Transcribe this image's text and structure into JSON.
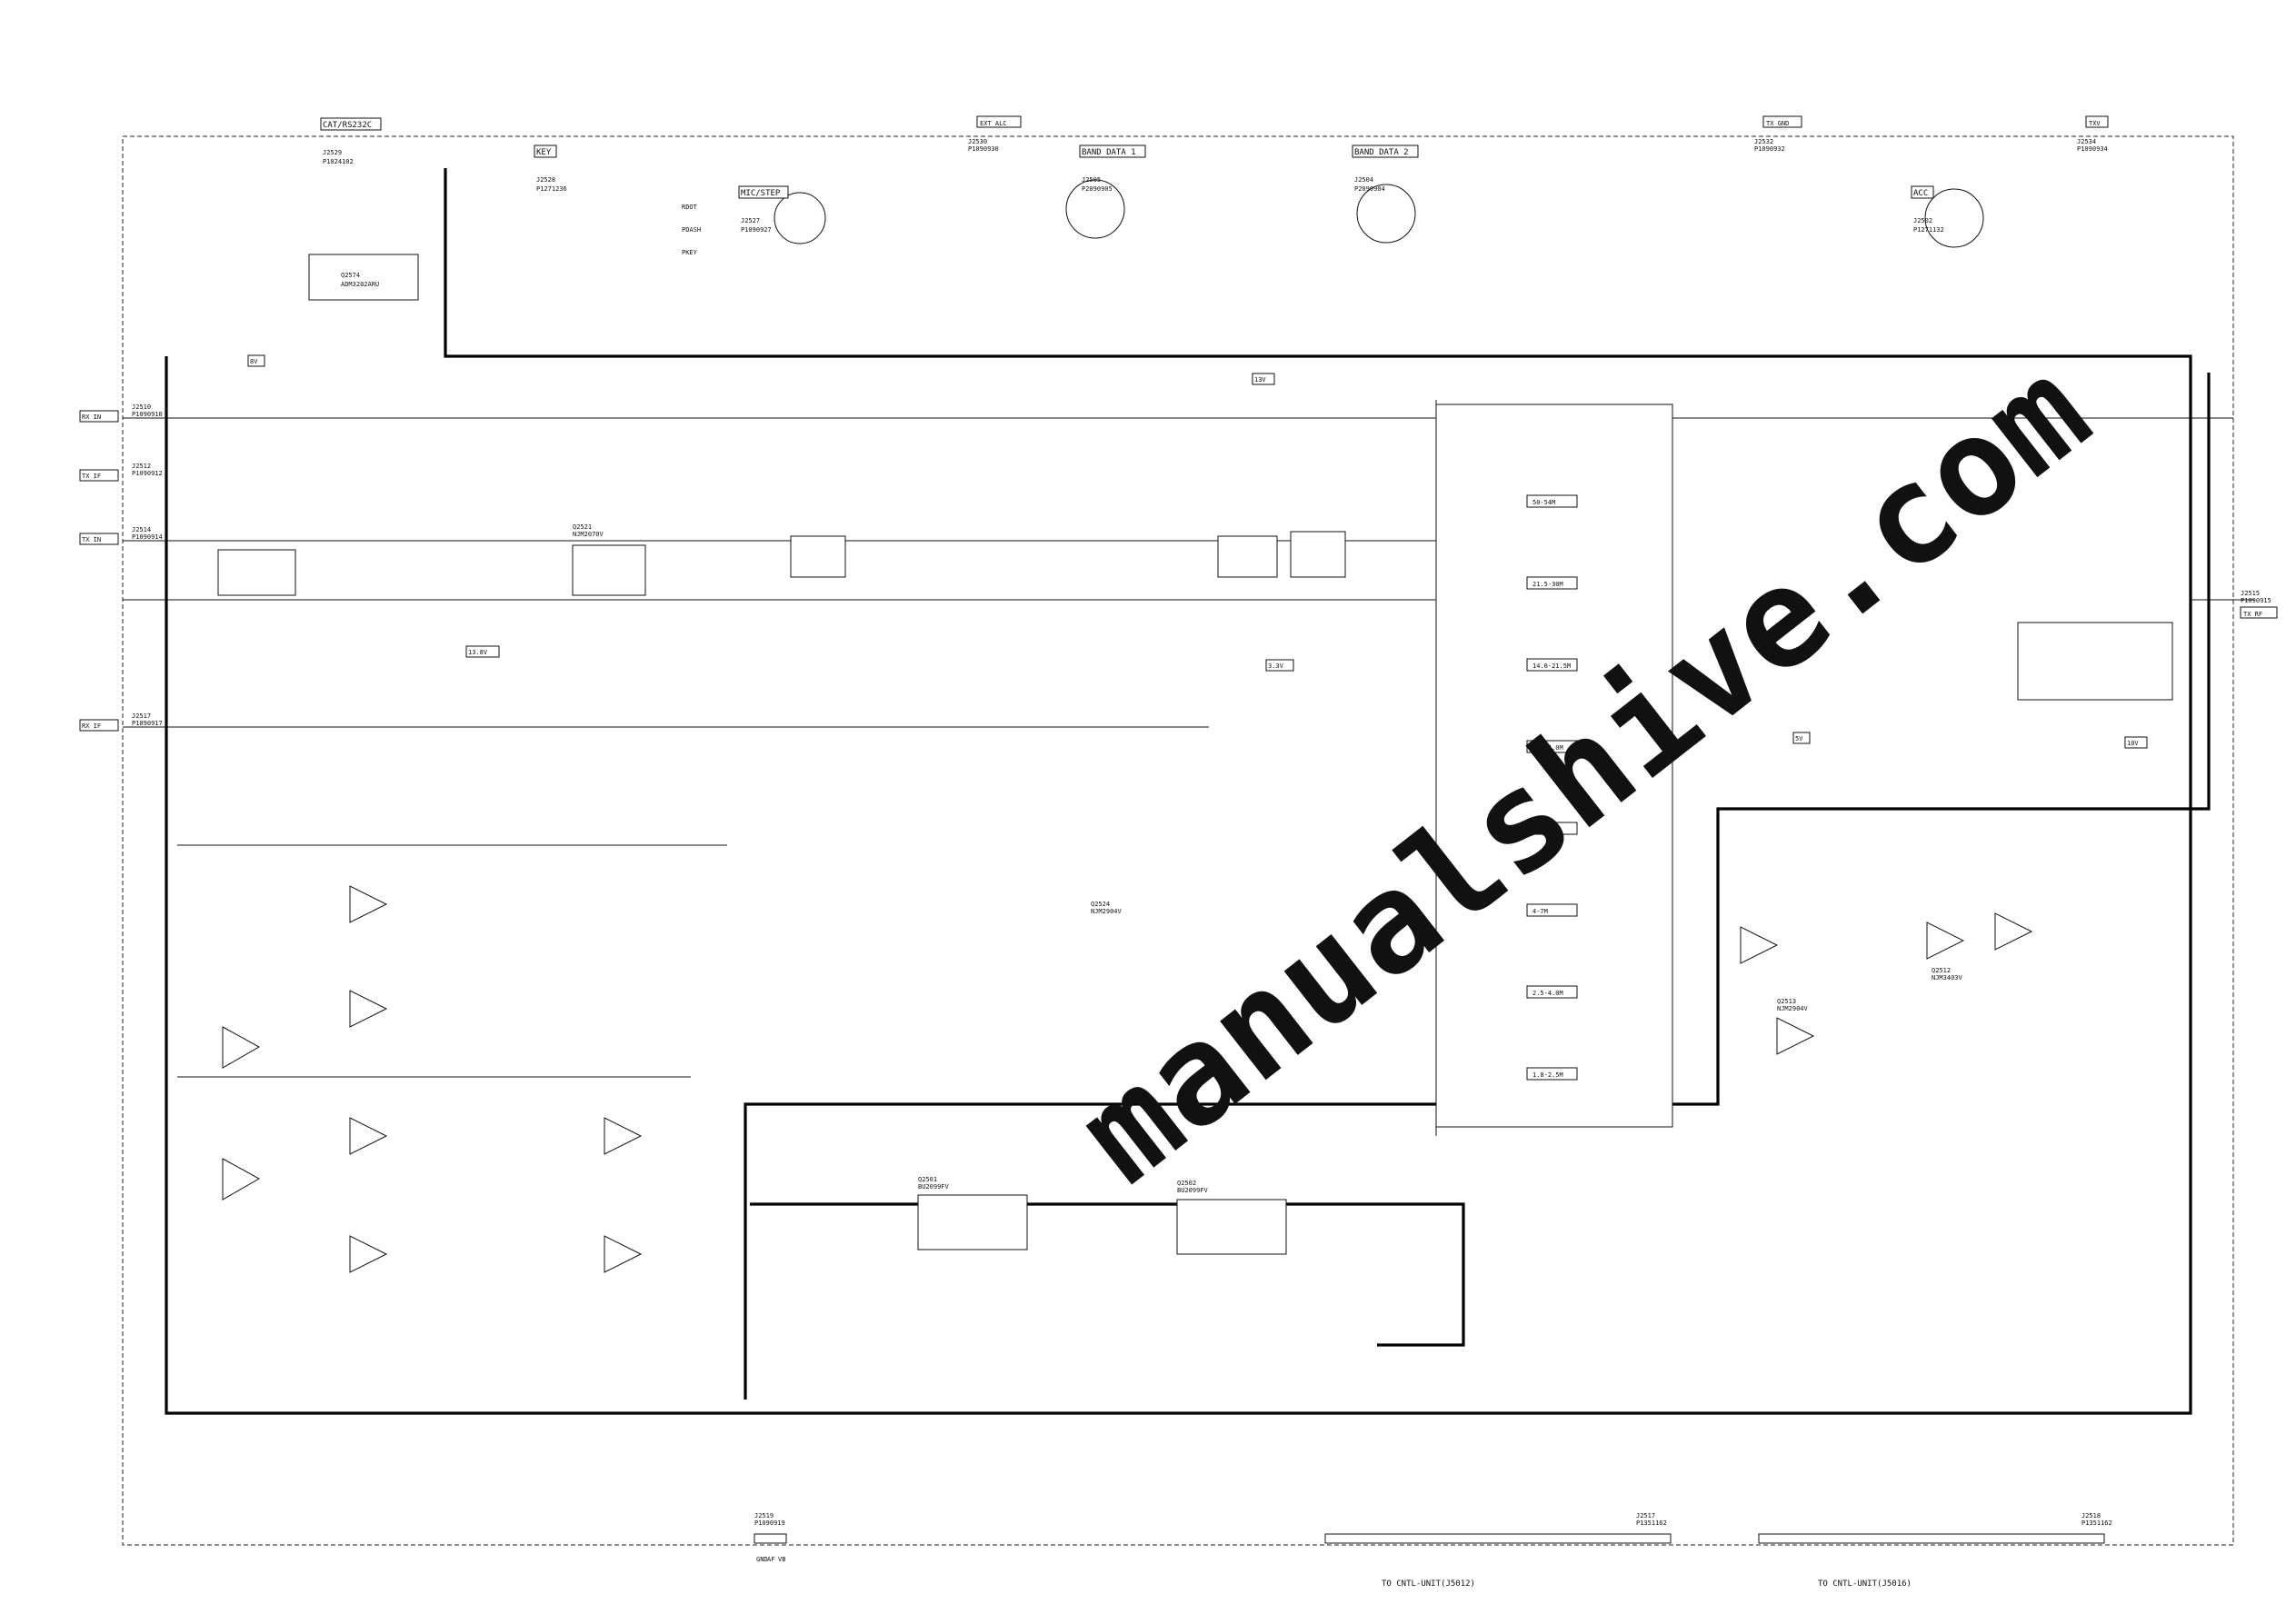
{
  "frame": {
    "top_connectors": [
      {
        "id": "ext-alc",
        "label": "EXT ALC",
        "ref": "J2530",
        "part": "P1090930"
      },
      {
        "id": "tx-gnd",
        "label": "TX GND",
        "ref": "J2532",
        "part": "P1090932"
      },
      {
        "id": "tx-v",
        "label": "TXV",
        "ref": "J2534",
        "part": "P1090934"
      }
    ],
    "left_connectors": [
      {
        "id": "rx-in",
        "label": "RX IN",
        "ref": "J2510",
        "part": "P1090910"
      },
      {
        "id": "tx-if",
        "label": "TX IF",
        "ref": "J2512",
        "part": "P1090912"
      },
      {
        "id": "tx-in",
        "label": "TX IN",
        "ref": "J2514",
        "part": "P1090914"
      },
      {
        "id": "rx-if",
        "label": "RX IF",
        "ref": "J2517",
        "part": "P1090917"
      }
    ],
    "right_connector": {
      "label": "TX RF",
      "ref": "J2515",
      "part": "P1090915"
    }
  },
  "blocks": [
    {
      "id": "cat-rs232c",
      "title": "CAT/RS232C",
      "ref": "J2529",
      "part": "P1024102",
      "ic": "Q2574",
      "ic_part": "ADM3202ARU"
    },
    {
      "id": "key",
      "title": "KEY",
      "ref": "J2528",
      "part": "P1271236",
      "nets": [
        "RDOT",
        "PDASH",
        "PKEY"
      ]
    },
    {
      "id": "mic-step",
      "title": "MIC/STEP",
      "ref": "J2527",
      "part": "P1090927"
    },
    {
      "id": "band-data-1",
      "title": "BAND DATA 1",
      "ref": "J2505",
      "part": "P2090905"
    },
    {
      "id": "band-data-2",
      "title": "BAND DATA 2",
      "ref": "J2504",
      "part": "P2090904"
    },
    {
      "id": "acc",
      "title": "ACC",
      "ref": "J2502",
      "part": "P1271132"
    }
  ],
  "filter_bands": [
    "50-54M",
    "21.5-30M",
    "14.0-21.5M",
    "10-14.0M",
    "7-10M",
    "4-7M",
    "2.5-4.0M",
    "1.8-2.5M"
  ],
  "ics": [
    {
      "ref": "Q2521",
      "part": "NJM2070V"
    },
    {
      "ref": "Q2524",
      "part": "NJM2904V"
    },
    {
      "ref": "Q2501",
      "part": "BU2099FV"
    },
    {
      "ref": "Q2502",
      "part": "BU2099FV"
    },
    {
      "ref": "Q2512",
      "part": "NJM3403V"
    },
    {
      "ref": "Q2513",
      "part": "NJM2904V"
    }
  ],
  "supply_tags": [
    "8V",
    "13V",
    "5V",
    "3.3V",
    "10V",
    "13.8V"
  ],
  "bottom_connectors": [
    {
      "ref": "J2519",
      "part": "P1090919",
      "pins": [
        "GND",
        "AF",
        "VB"
      ]
    },
    {
      "ref": "J2517",
      "part": "P1351162",
      "caption": "TO CNTL-UNIT(J5012)"
    },
    {
      "ref": "J2518",
      "part": "P1351162",
      "caption": "TO CNTL-UNIT(J5016)"
    }
  ],
  "watermark": "manualshive.com"
}
